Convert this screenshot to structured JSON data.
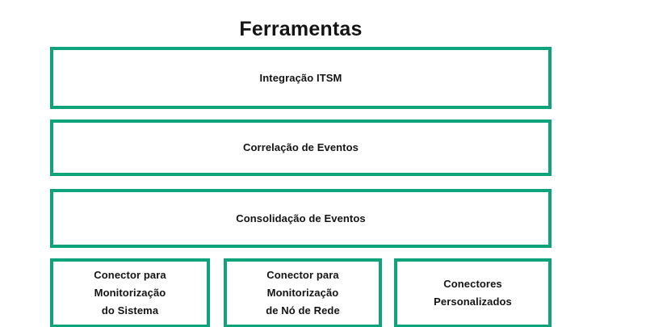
{
  "diagram": {
    "title": "Ferramentas",
    "accent_color": "#0fa37c",
    "text_color": "#141414",
    "background_color": "#ffffff"
  },
  "layers": [
    {
      "label": "Integração ITSM"
    },
    {
      "label": "Correlação de Eventos"
    },
    {
      "label": "Consolidação de Eventos"
    }
  ],
  "connectors": [
    {
      "label": "Conector para\nMonitorização\ndo Sistema"
    },
    {
      "label": "Conector para\nMonitorização\nde Nó de Rede"
    },
    {
      "label": "Conectores\nPersonalizados"
    }
  ]
}
